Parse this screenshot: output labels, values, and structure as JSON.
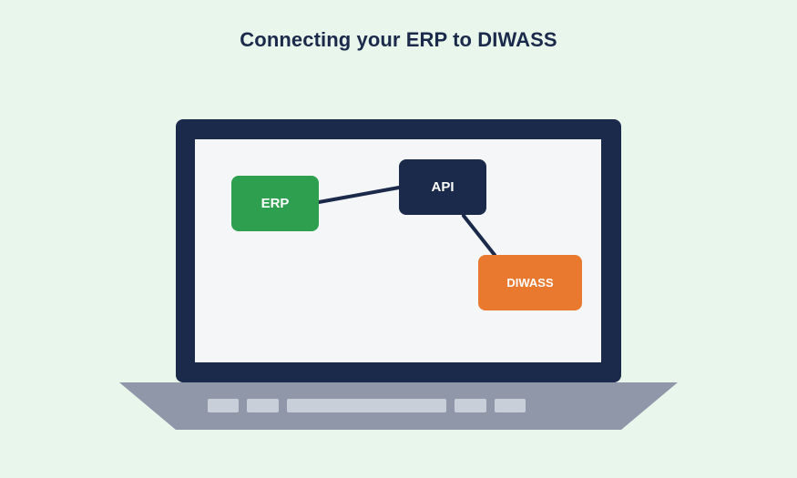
{
  "title": "Connecting your ERP to DIWASS",
  "nodes": {
    "erp": {
      "label": "ERP",
      "color": "#2e9f4f"
    },
    "api": {
      "label": "API",
      "color": "#1b2a4a"
    },
    "diwass": {
      "label": "DIWASS",
      "color": "#e8792f"
    }
  },
  "connections": [
    {
      "from": "ERP",
      "to": "API"
    },
    {
      "from": "API",
      "to": "DIWASS"
    }
  ],
  "colors": {
    "background": "#e8f6ec",
    "laptop_frame": "#1b2a4a",
    "screen": "#f4f6f8",
    "laptop_base": "#8f97a8",
    "keys": "#c9cfd8",
    "connector": "#1b2a4a"
  },
  "keyboard": {
    "key_count": 5
  }
}
